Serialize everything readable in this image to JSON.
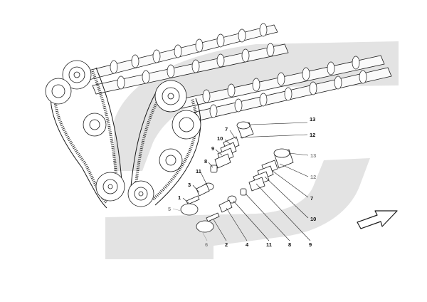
{
  "diagram": {
    "background_color": "#ffffff",
    "logo_color": "#e3e3e3",
    "line_color": "#1a1a1a",
    "direction_arrow": "arrow-icon",
    "callouts": [
      {
        "id": "c13a",
        "text": "13"
      },
      {
        "id": "c12a",
        "text": "12"
      },
      {
        "id": "c7a",
        "text": "7"
      },
      {
        "id": "c10a",
        "text": "10"
      },
      {
        "id": "c9a",
        "text": "9"
      },
      {
        "id": "c8a",
        "text": "8"
      },
      {
        "id": "c11a",
        "text": "11"
      },
      {
        "id": "c3",
        "text": "3"
      },
      {
        "id": "c1",
        "text": "1"
      },
      {
        "id": "c5",
        "text": "5"
      },
      {
        "id": "c6",
        "text": "6"
      },
      {
        "id": "c2",
        "text": "2"
      },
      {
        "id": "c4",
        "text": "4"
      },
      {
        "id": "c11b",
        "text": "11"
      },
      {
        "id": "c8b",
        "text": "8"
      },
      {
        "id": "c9b",
        "text": "9"
      },
      {
        "id": "c10b",
        "text": "10"
      },
      {
        "id": "c7b",
        "text": "7"
      },
      {
        "id": "c12b",
        "text": "12"
      },
      {
        "id": "c13b",
        "text": "13"
      }
    ]
  }
}
